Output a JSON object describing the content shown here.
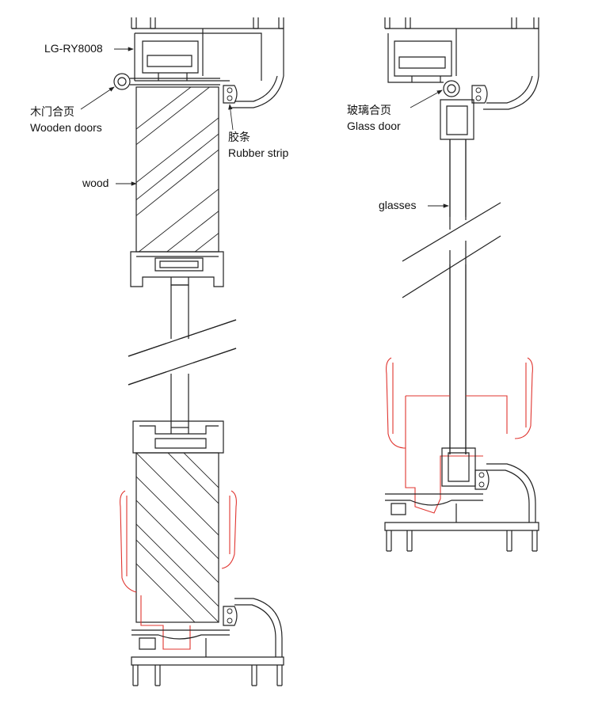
{
  "labels": {
    "model": "LG-RY8008",
    "wood_hinge_cn": "木门合页",
    "wood_hinge_en": "Wooden doors",
    "rubber_cn": "胶条",
    "rubber_en": "Rubber strip",
    "wood": "wood",
    "glass_hinge_cn": "玻璃合页",
    "glass_hinge_en": "Glass door",
    "glasses": "glasses"
  },
  "colors": {
    "line": "#222222",
    "accent_red": "#e0342f"
  }
}
